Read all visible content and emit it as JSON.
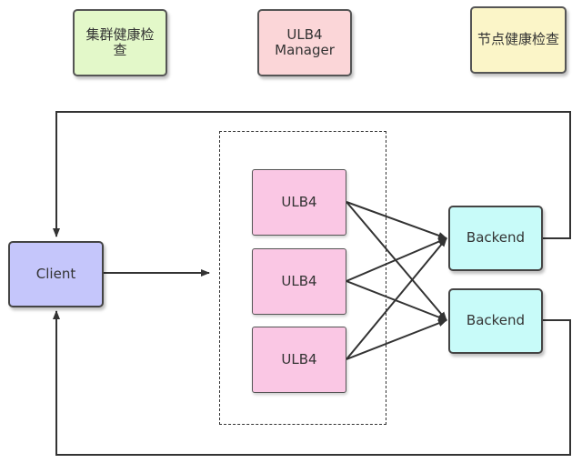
{
  "colors": {
    "legend_cluster_check": "#e3f8c9",
    "legend_manager": "#fbd6d8",
    "legend_node_check": "#fbf5c8",
    "client": "#c5c6fb",
    "ulb": "#fac7e4",
    "backend": "#c8fbf9",
    "edge": "#333333"
  },
  "legend": {
    "cluster_check": "集群健康检查",
    "manager": "ULB4\nManager",
    "node_check": "节点健康检查"
  },
  "nodes": {
    "client": "Client",
    "ulb_1": "ULB4",
    "ulb_2": "ULB4",
    "ulb_3": "ULB4",
    "backend_1": "Backend",
    "backend_2": "Backend"
  }
}
